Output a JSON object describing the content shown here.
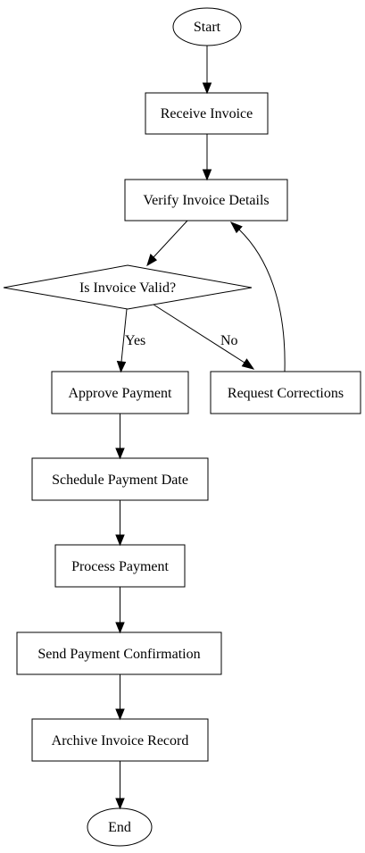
{
  "diagram": {
    "nodes": {
      "start": "Start",
      "receive": "Receive Invoice",
      "verify": "Verify Invoice Details",
      "decision": "Is Invoice Valid?",
      "approve": "Approve Payment",
      "corrections": "Request Corrections",
      "schedule": "Schedule Payment Date",
      "process": "Process Payment",
      "confirm": "Send Payment Confirmation",
      "archive": "Archive Invoice Record",
      "end": "End"
    },
    "edge_labels": {
      "yes": "Yes",
      "no": "No"
    }
  }
}
